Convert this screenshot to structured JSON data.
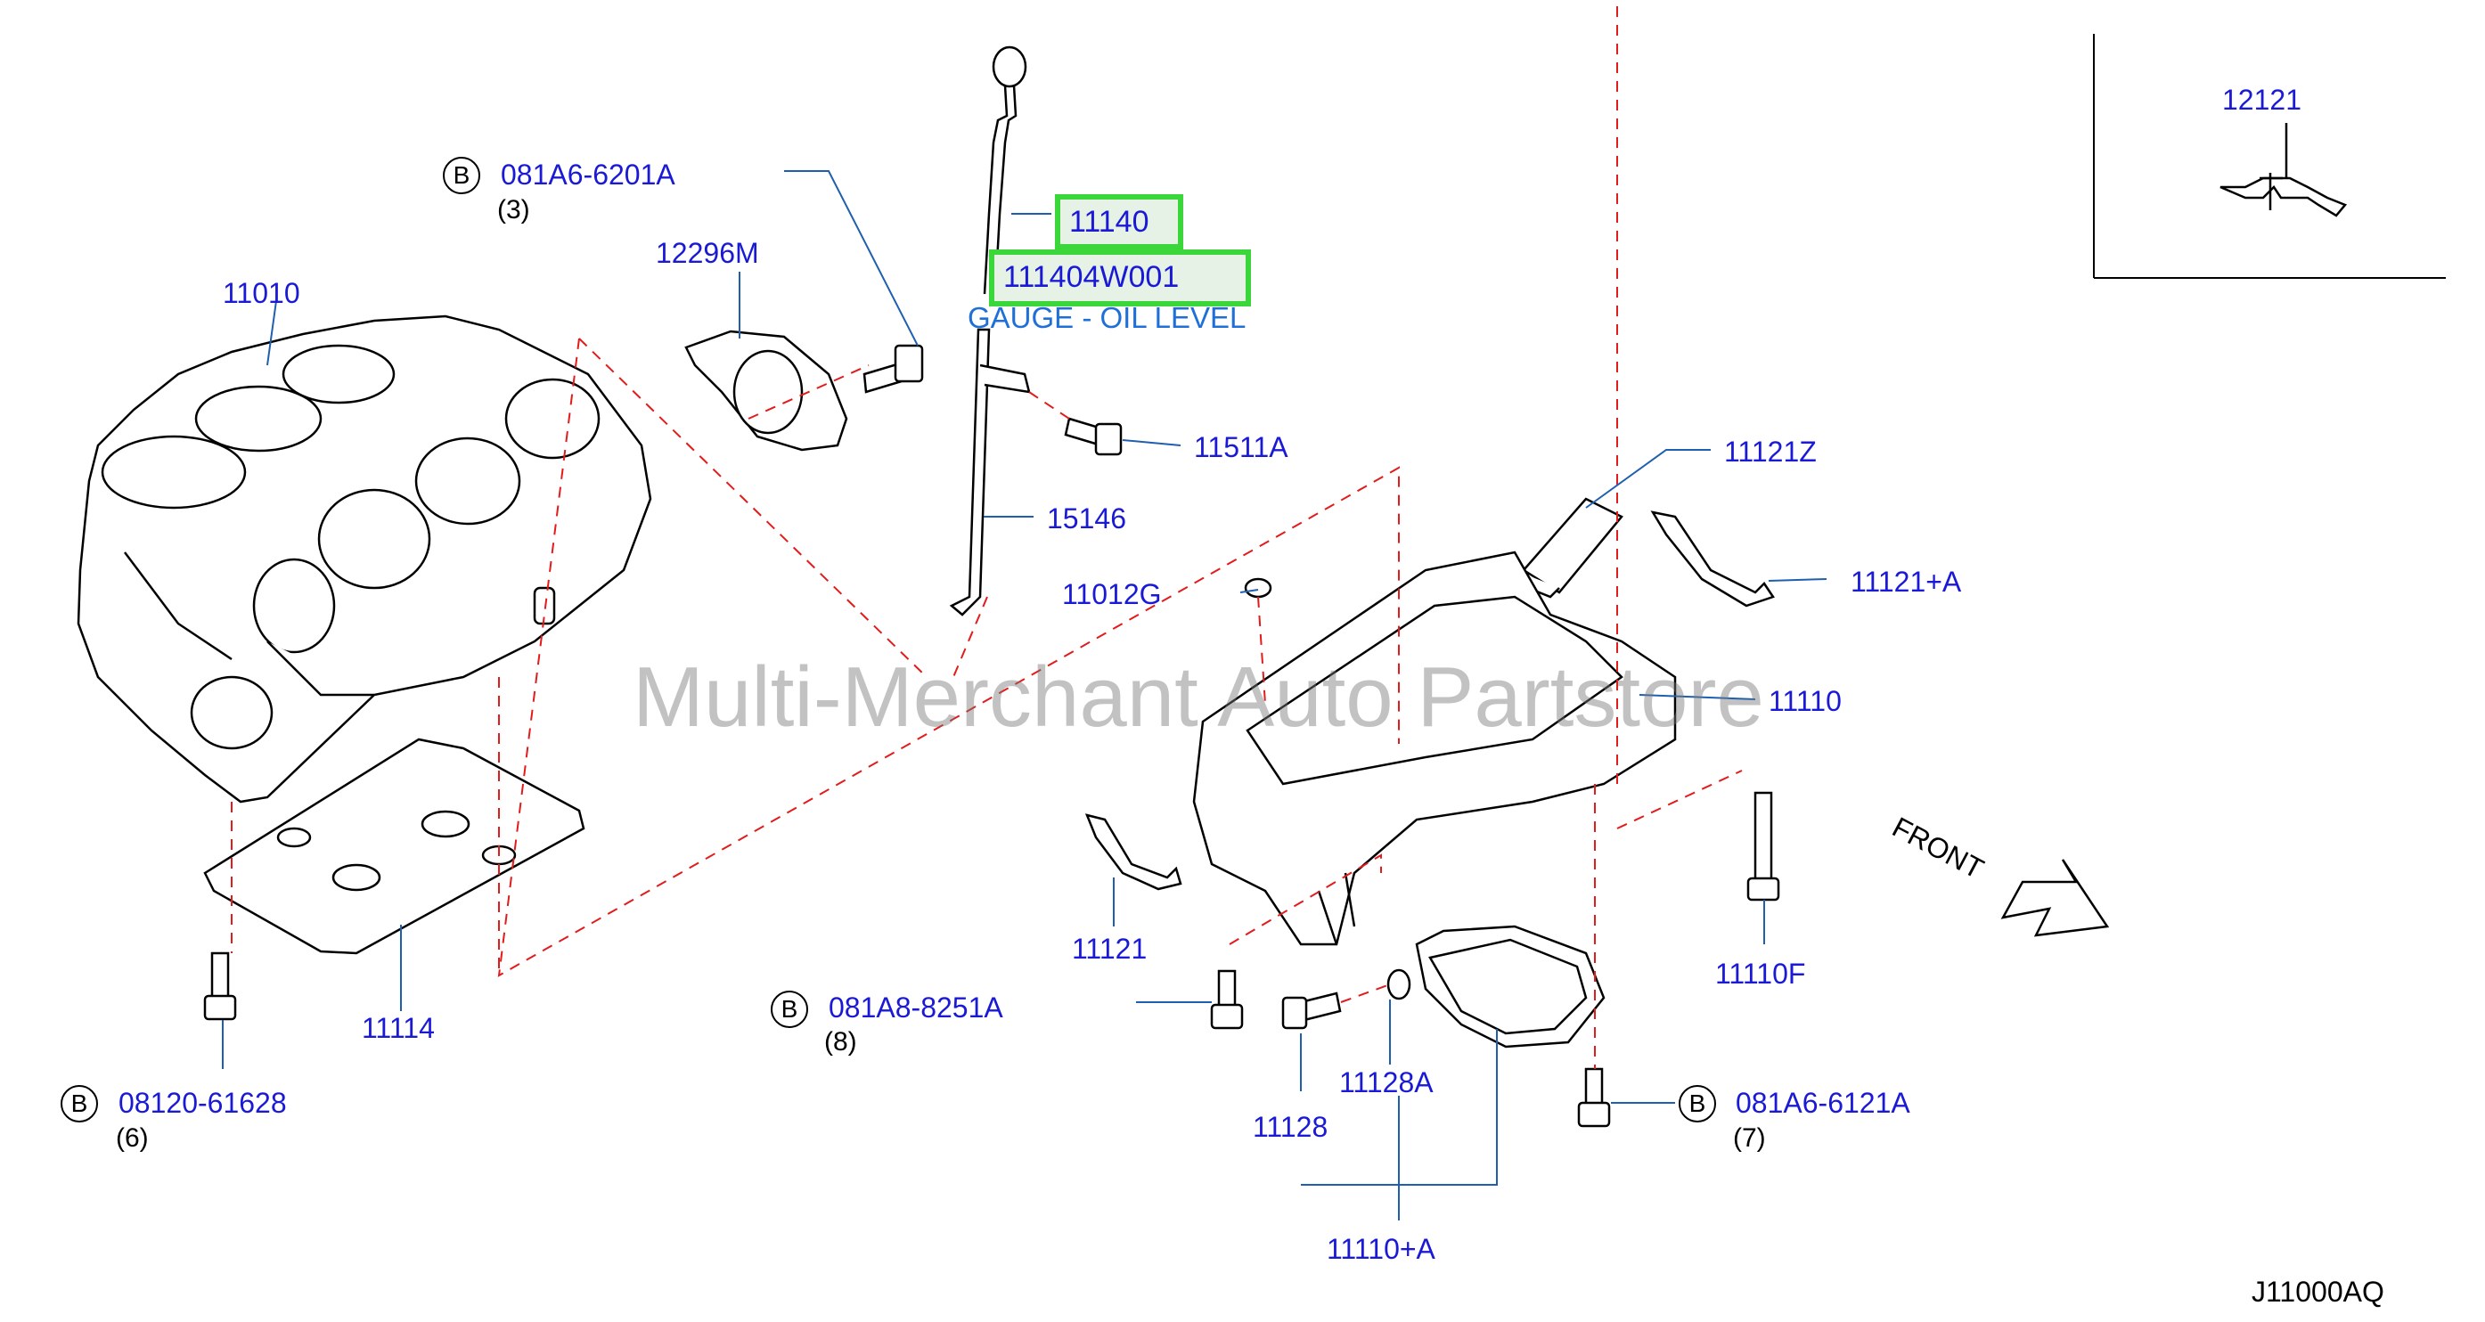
{
  "watermark": "Multi-Merchant Auto Partstore",
  "diagram_code": "J11000AQ",
  "highlight": {
    "part_number": "11140",
    "catalog_number": "111404W001",
    "description": "GAUGE - OIL LEVEL"
  },
  "front_label": "FRONT",
  "bolt_refs": [
    {
      "badge": "B",
      "number": "081A6-6201A",
      "qty": "(3)"
    },
    {
      "badge": "B",
      "number": "081A8-8251A",
      "qty": "(8)"
    },
    {
      "badge": "B",
      "number": "08120-61628",
      "qty": "(6)"
    },
    {
      "badge": "B",
      "number": "081A6-6121A",
      "qty": "(7)"
    }
  ],
  "parts": {
    "p11010": "11010",
    "p12296m": "12296M",
    "p11511a": "11511A",
    "p15146": "15146",
    "p11012g": "11012G",
    "p11121z": "11121Z",
    "p11121a": "11121+A",
    "p11110": "11110",
    "p11121": "11121",
    "p11114": "11114",
    "p11110f": "11110F",
    "p11128a": "11128A",
    "p11128": "11128",
    "p11110a": "11110+A",
    "p12121": "12121"
  }
}
